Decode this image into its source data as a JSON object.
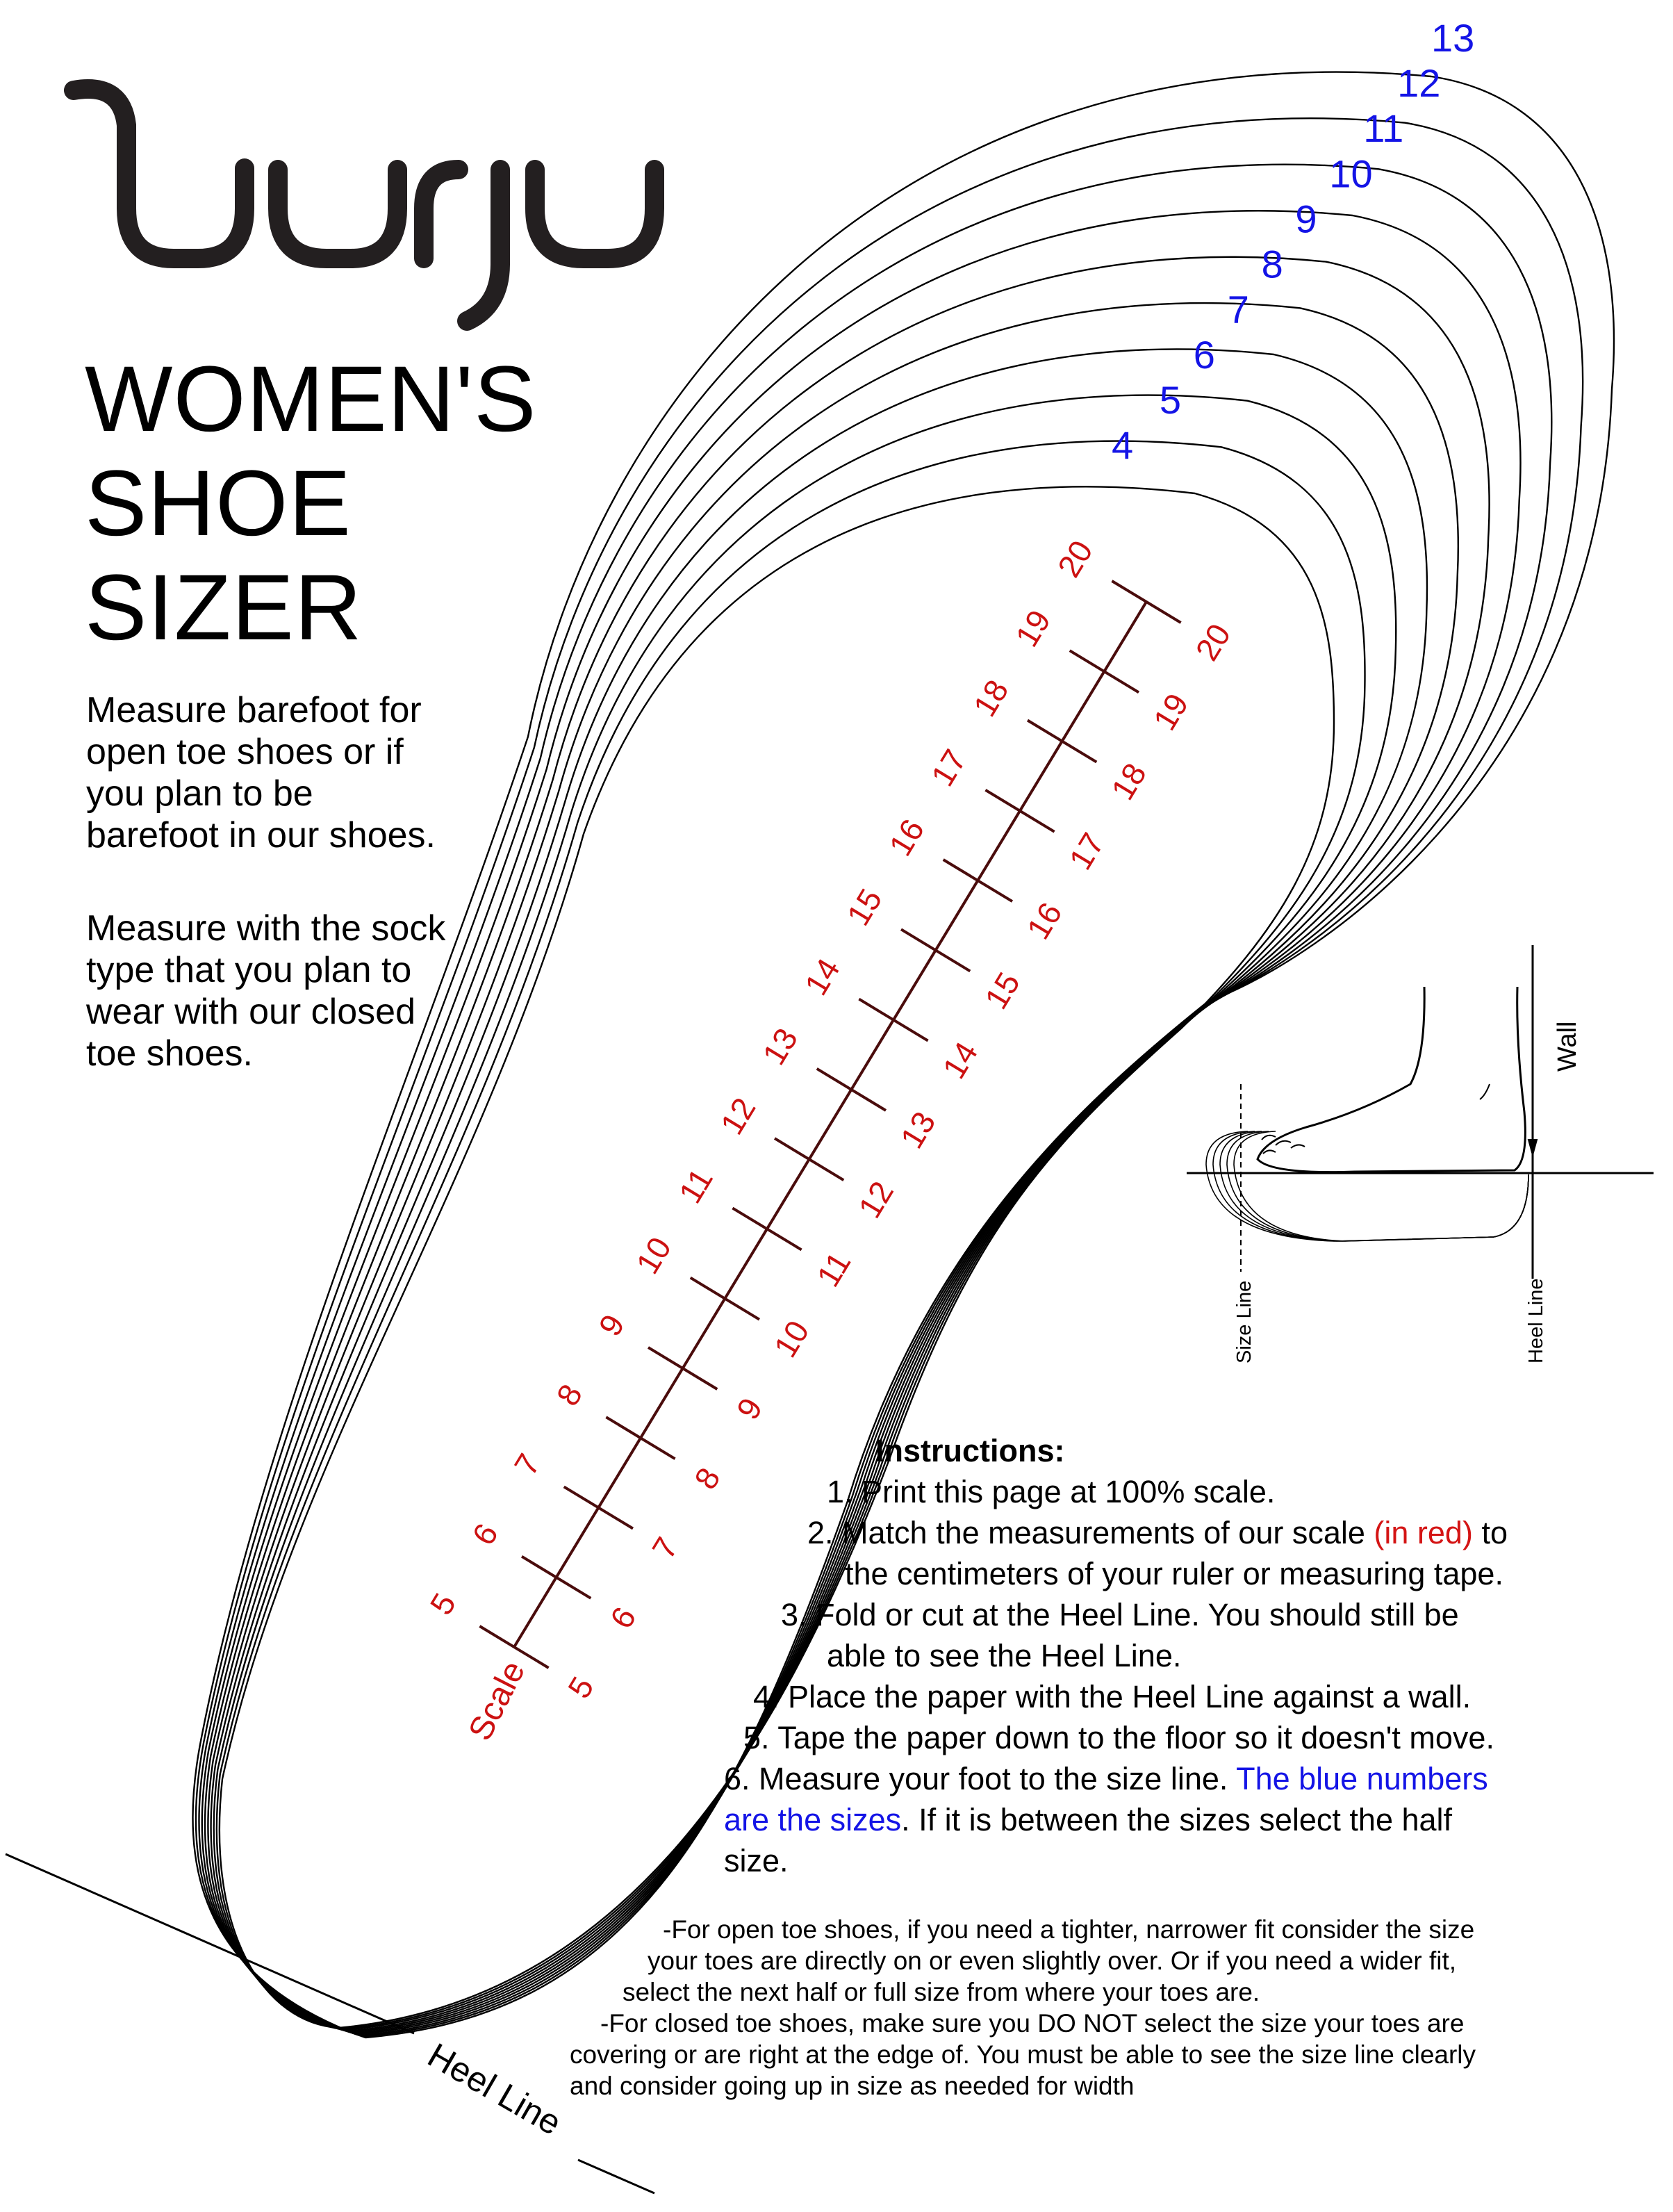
{
  "brand": {
    "logo_text": "burju"
  },
  "title": {
    "line1": "WOMEN'S",
    "line2": "SHOE",
    "line3": "SIZER"
  },
  "intro": {
    "barefoot": [
      "Measure barefoot for",
      "open toe shoes or if",
      "you plan to be",
      "barefoot in our shoes."
    ],
    "sock": [
      "Measure with the sock",
      "type that you plan to",
      "wear with our closed",
      "toe shoes."
    ]
  },
  "size_labels": [
    "4",
    "5",
    "6",
    "7",
    "8",
    "9",
    "10",
    "11",
    "12",
    "13"
  ],
  "scale": {
    "label": "Scale",
    "cm_marks": [
      "5",
      "6",
      "7",
      "8",
      "9",
      "10",
      "11",
      "12",
      "13",
      "14",
      "15",
      "16",
      "17",
      "18",
      "19",
      "20"
    ]
  },
  "diagram": {
    "wall_label": "Wall",
    "size_line_label": "Size Line",
    "heel_line_label": "Heel Line"
  },
  "heel_line_label": "Heel Line",
  "instructions": {
    "heading": "Instructions:",
    "step1": "1. Print this page at 100% scale.",
    "step2_a": "2. Match the measurements of our scale ",
    "step2_red": "(in red)",
    "step2_b": " to",
    "step2_c": "the centimeters of your ruler or measuring tape.",
    "step3_a": "3. Fold or cut at the Heel Line. You should still be",
    "step3_b": "able to see the Heel Line.",
    "step4": "4. Place the paper with the Heel Line against a wall.",
    "step5": "5. Tape the paper down to the floor so it doesn't move.",
    "step6_a": "6. Measure your foot to the size line. ",
    "step6_blue1": "The blue numbers",
    "step6_blue2": "are the sizes",
    "step6_b": ". If it is between the sizes select the half",
    "step6_c": "size."
  },
  "notes": {
    "open_1": "-For open toe shoes, if you need a tighter, narrower fit consider the size",
    "open_2": "your toes are directly on or even slightly over. Or if you need a wider fit,",
    "open_3": "select the next half or full size from where your toes are.",
    "closed_1": "-For closed toe shoes, make sure you DO NOT select the size your toes are",
    "closed_2": "covering or are right at the edge of.  You must be able to see the size line clearly",
    "closed_3": "and consider going up in size as needed for width"
  },
  "colors": {
    "scale": "#cc1111",
    "scale_line": "#4a0c0c",
    "sizes": "#1414e6",
    "outline": "#000000"
  }
}
